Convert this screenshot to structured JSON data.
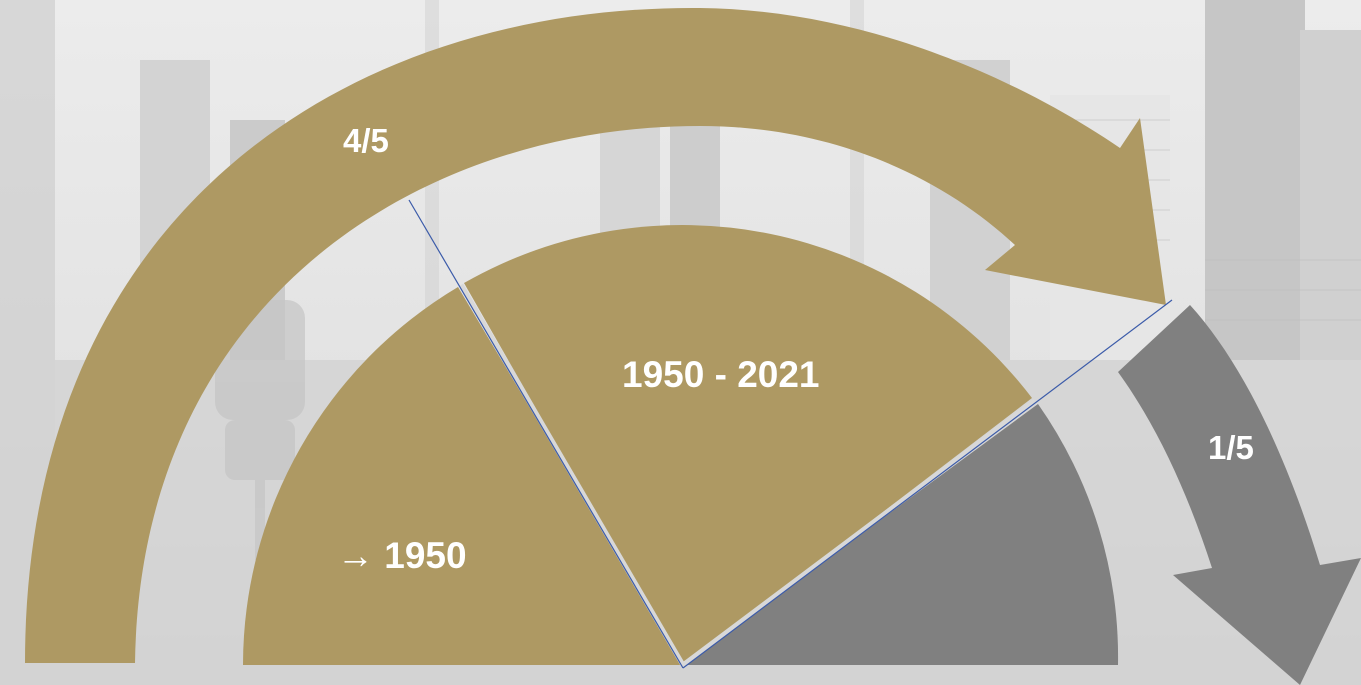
{
  "labels": {
    "outer_arrow": "4/5",
    "right_arrow": "1/5",
    "segment_before": "→ 1950",
    "segment_after": "1950 - 2021"
  },
  "colors": {
    "gold": "#AE9963",
    "gray": "#808080",
    "divider": "#3B5BA9",
    "label": "#FFFFFF"
  }
}
